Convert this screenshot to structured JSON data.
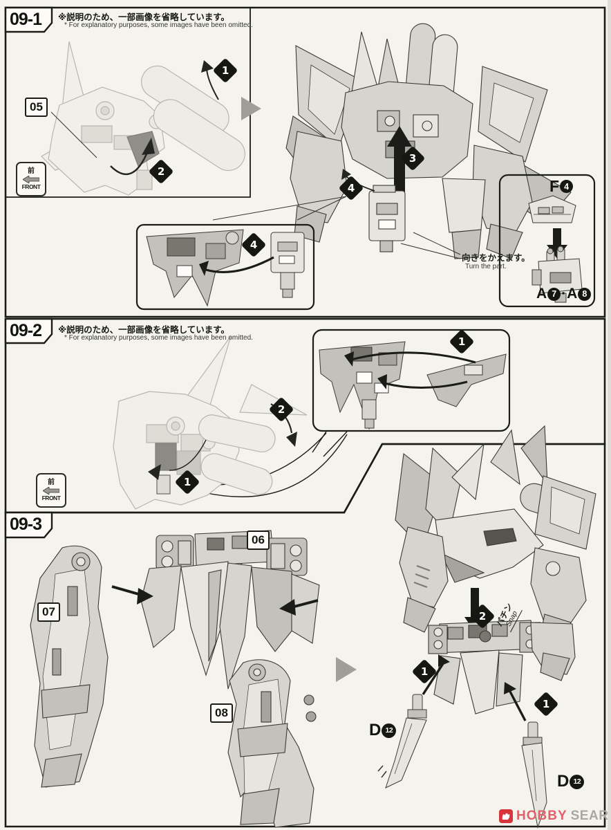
{
  "sections": {
    "s1": {
      "label": "09-1",
      "note_jp": "※説明のため、一部画像を省略しています。",
      "note_en": "* For explanatory purposes, some images have been omitted."
    },
    "s2": {
      "label": "09-2",
      "note_jp": "※説明のため、一部画像を省略しています。",
      "note_en": "* For explanatory purposes, some images have been omitted."
    },
    "s3": {
      "label": "09-3"
    }
  },
  "part_labels": {
    "p05": "05",
    "p06": "06",
    "p07": "07",
    "p08": "08"
  },
  "front_indicator": {
    "jp": "前",
    "en": "FRONT"
  },
  "steps": {
    "n1": "1",
    "n2": "2",
    "n3": "3",
    "n4": "4"
  },
  "refs": {
    "f_letter": "F",
    "f_num": "4",
    "a_letter": "A",
    "a7": "7",
    "a8": "8",
    "dot": "·",
    "d_letter": "D",
    "d_num": "12"
  },
  "notes": {
    "turn_jp": "向きをかえます。",
    "turn_en": "Turn the part.",
    "snap_jp": "パチン",
    "snap_en": "Snap"
  },
  "watermark": {
    "word1": "HOBBY",
    "word2": "SEARCH",
    "accent_color": "#e2606a",
    "gray_color": "#a8a7a3",
    "logo_color": "#d8343c"
  }
}
